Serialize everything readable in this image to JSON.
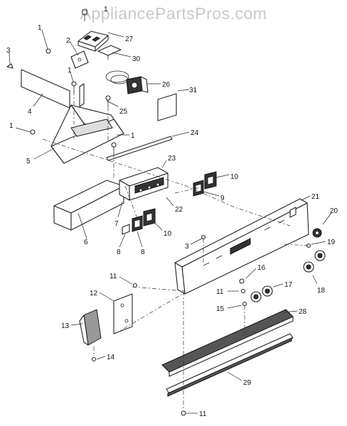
{
  "watermark": "AppliancePartsPros.com",
  "callouts": [
    {
      "id": "c1a",
      "label": "1"
    },
    {
      "id": "c1b",
      "label": "1"
    },
    {
      "id": "c1c",
      "label": "1"
    },
    {
      "id": "c1d",
      "label": "1"
    },
    {
      "id": "c1e",
      "label": "1"
    },
    {
      "id": "c2",
      "label": "2"
    },
    {
      "id": "c3a",
      "label": "3"
    },
    {
      "id": "c3b",
      "label": "3"
    },
    {
      "id": "c4",
      "label": "4"
    },
    {
      "id": "c5",
      "label": "5"
    },
    {
      "id": "c6",
      "label": "6"
    },
    {
      "id": "c7",
      "label": "7"
    },
    {
      "id": "c8a",
      "label": "8"
    },
    {
      "id": "c8b",
      "label": "8"
    },
    {
      "id": "c9",
      "label": "9"
    },
    {
      "id": "c10a",
      "label": "10"
    },
    {
      "id": "c10b",
      "label": "10"
    },
    {
      "id": "c11a",
      "label": "11"
    },
    {
      "id": "c11b",
      "label": "11"
    },
    {
      "id": "c11c",
      "label": "11"
    },
    {
      "id": "c12",
      "label": "12"
    },
    {
      "id": "c13",
      "label": "13"
    },
    {
      "id": "c14",
      "label": "14"
    },
    {
      "id": "c15",
      "label": "15"
    },
    {
      "id": "c16",
      "label": "16"
    },
    {
      "id": "c17",
      "label": "17"
    },
    {
      "id": "c18",
      "label": "18"
    },
    {
      "id": "c19",
      "label": "19"
    },
    {
      "id": "c20",
      "label": "20"
    },
    {
      "id": "c21",
      "label": "21"
    },
    {
      "id": "c22",
      "label": "22"
    },
    {
      "id": "c23",
      "label": "23"
    },
    {
      "id": "c24",
      "label": "24"
    },
    {
      "id": "c25",
      "label": "25"
    },
    {
      "id": "c26",
      "label": "26"
    },
    {
      "id": "c27",
      "label": "27"
    },
    {
      "id": "c28",
      "label": "28"
    },
    {
      "id": "c29",
      "label": "29"
    },
    {
      "id": "c30",
      "label": "30"
    },
    {
      "id": "c31",
      "label": "31"
    }
  ]
}
